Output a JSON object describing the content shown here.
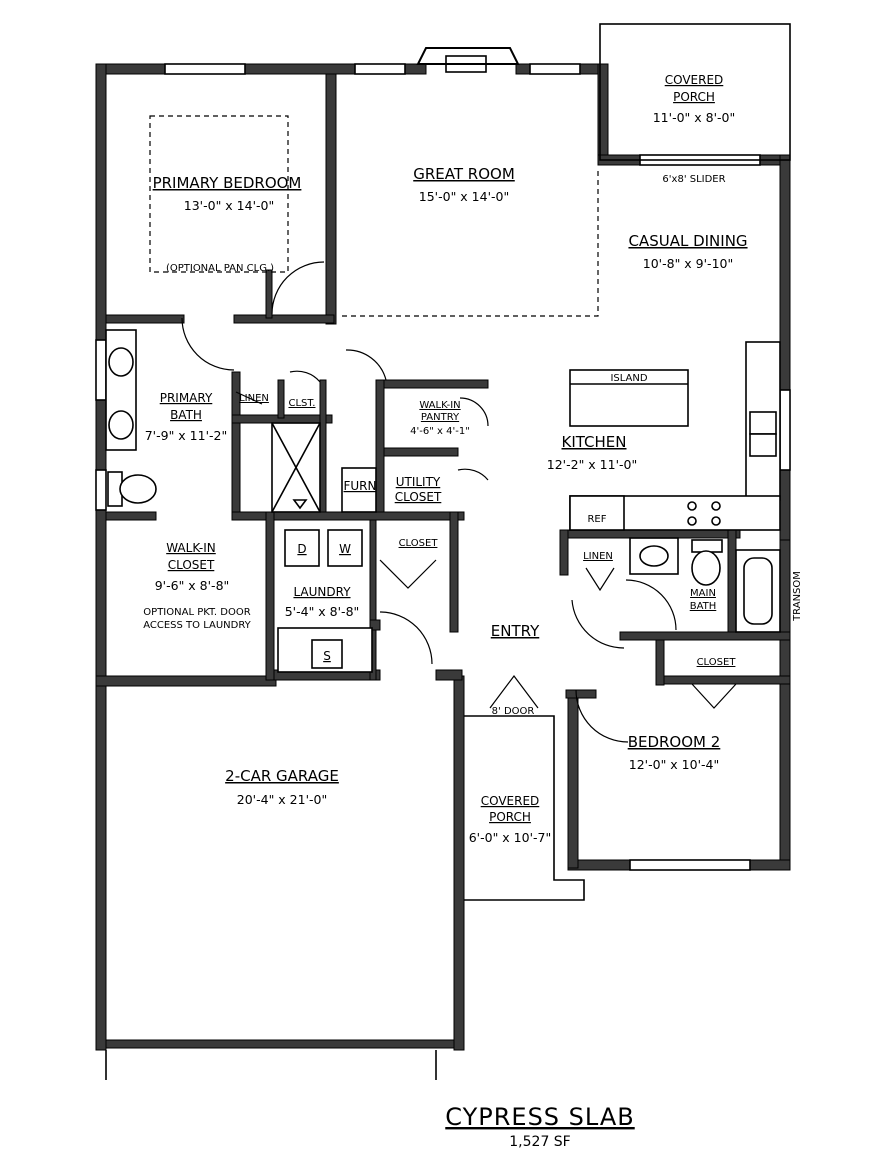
{
  "rooms": {
    "primary_bedroom": {
      "name": "PRIMARY BEDROOM",
      "dim": "13'-0\" x 14'-0\"",
      "note": "(OPTIONAL PAN CLG.)"
    },
    "great_room": {
      "name": "GREAT ROOM",
      "dim": "15'-0\" x 14'-0\""
    },
    "covered_porch_rear": {
      "name_l1": "COVERED",
      "name_l2": "PORCH",
      "dim": "11'-0\" x 8'-0\""
    },
    "slider": "6'x8' SLIDER",
    "casual_dining": {
      "name": "CASUAL DINING",
      "dim": "10'-8\" x 9'-10\""
    },
    "island": "ISLAND",
    "primary_bath": {
      "name_l1": "PRIMARY",
      "name_l2": "BATH",
      "dim": "7'-9\" x 11'-2\""
    },
    "linen_a": "LINEN",
    "closet_small": "CLST.",
    "pantry": {
      "name_l1": "WALK-IN",
      "name_l2": "PANTRY",
      "dim": "4'-6\" x 4'-1\""
    },
    "kitchen": {
      "name": "KITCHEN",
      "dim": "12'-2\" x 11'-0\""
    },
    "furnace": "FURN",
    "utility_closet": {
      "name_l1": "UTILITY",
      "name_l2": "CLOSET"
    },
    "refrigerator": "REF",
    "walkin_closet": {
      "name_l1": "WALK-IN",
      "name_l2": "CLOSET",
      "dim": "9'-6\" x 8'-8\"",
      "note_l1": "OPTIONAL PKT. DOOR",
      "note_l2": "ACCESS TO LAUNDRY"
    },
    "washer": "W",
    "dryer": "D",
    "laundry_closet": "CLOSET",
    "laundry": {
      "name": "LAUNDRY",
      "dim": "5'-4\" x 8'-8\""
    },
    "sink": "S",
    "linen_b": "LINEN",
    "main_bath": {
      "name_l1": "MAIN",
      "name_l2": "BATH"
    },
    "transom": "TRANSOM",
    "entry": "ENTRY",
    "bedroom2_closet": "CLOSET",
    "bedroom2": {
      "name": "BEDROOM 2",
      "dim": "12'-0\" x 10'-4\""
    },
    "front_door": "8' DOOR",
    "covered_porch_front": {
      "name_l1": "COVERED",
      "name_l2": "PORCH",
      "dim": "6'-0\" x 10'-7\""
    },
    "garage": {
      "name": "2-CAR GARAGE",
      "dim": "20'-4\" x 21'-0\""
    }
  },
  "title": {
    "name": "CYPRESS SLAB",
    "area": "1,527 SF"
  }
}
